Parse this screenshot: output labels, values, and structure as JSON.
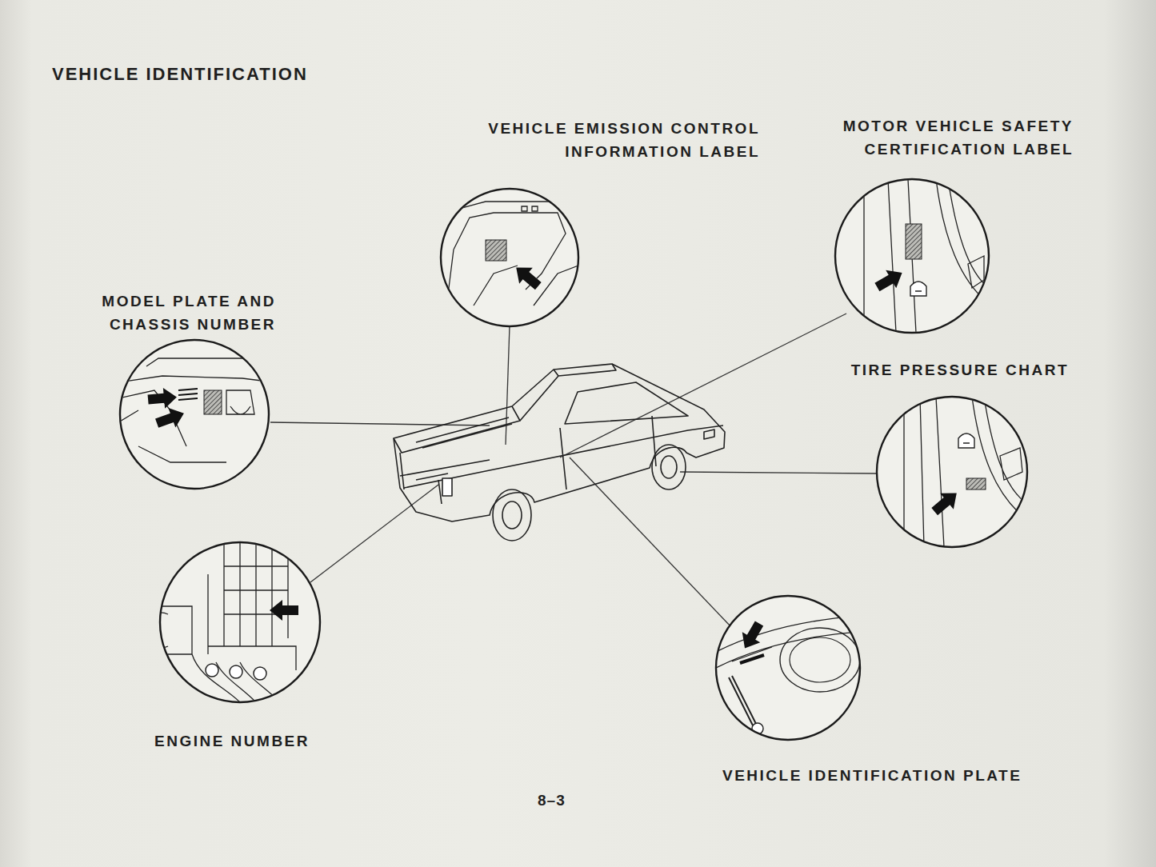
{
  "diagram": {
    "title": "VEHICLE IDENTIFICATION",
    "nodes": [
      {
        "text": [
          "MODEL PLATE AND CHASSIS NUMBER"
        ]
      },
      {
        "text": [
          "VEHICLE EMISSION CONTROL INFORMATION LABEL"
        ]
      },
      {
        "text": [
          "MOTOR VEHICLE SAFETY CERTIFICATION LABEL"
        ]
      },
      {
        "text": [
          "TIRE PRESSURE CHART"
        ]
      },
      {
        "text": [
          "ENGINE NUMBER"
        ]
      },
      {
        "text": [
          "VEHICLE IDENTIFICATION PLATE"
        ]
      }
    ],
    "labels": [
      "8–3"
    ]
  }
}
